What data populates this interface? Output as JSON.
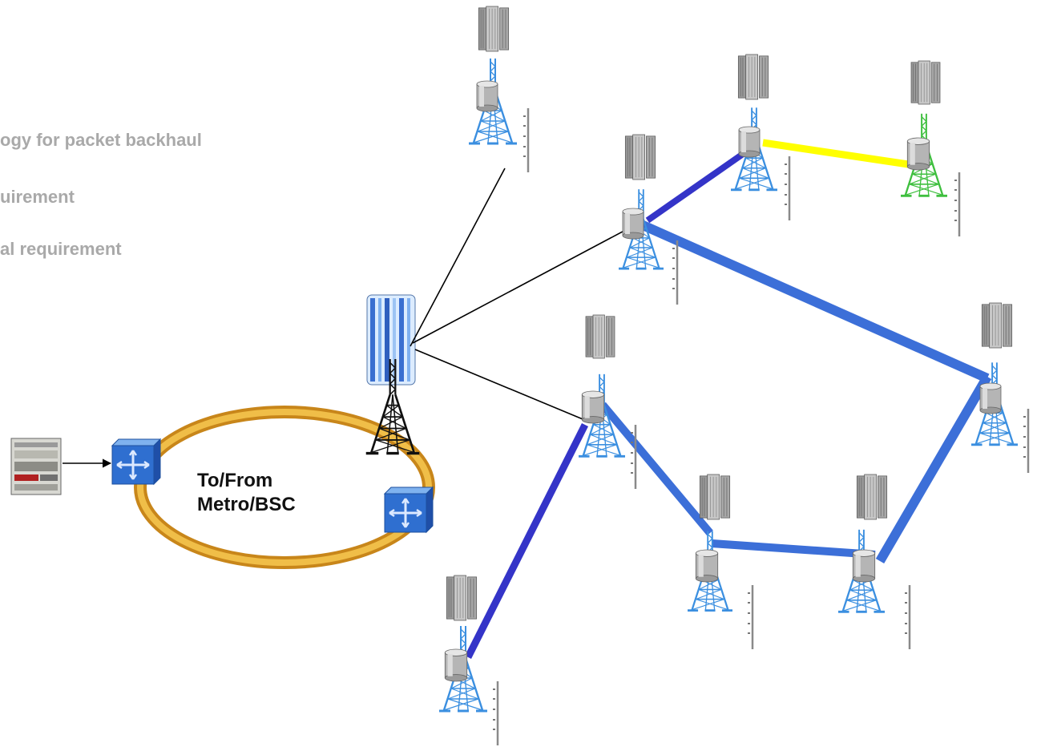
{
  "bullets": [
    "ogy for packet  backhaul",
    "uirement",
    "al requirement"
  ],
  "ring": {
    "line1": "To/From",
    "line2": "Metro/BSC"
  },
  "colors": {
    "tower_blue": "#3b8fe0",
    "tower_green": "#3fbf3f",
    "link_dark_blue": "#3434c8",
    "link_blue": "#3c6fd8",
    "link_yellow": "#ffff00",
    "ring_gold": "#e2a523",
    "switch_blue": "#2f6fd0"
  }
}
